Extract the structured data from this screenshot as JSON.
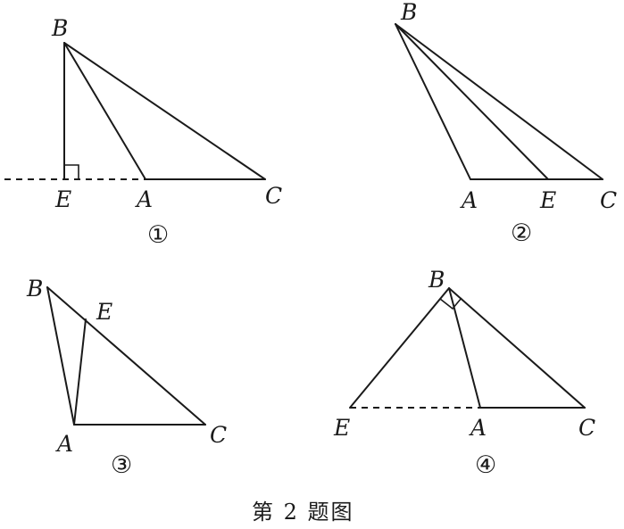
{
  "caption": "第 2 题图",
  "panels": [
    {
      "number": "①",
      "labels": {
        "B": "B",
        "E": "E",
        "A": "A",
        "C": "C"
      }
    },
    {
      "number": "②",
      "labels": {
        "B": "B",
        "A": "A",
        "E": "E",
        "C": "C"
      }
    },
    {
      "number": "③",
      "labels": {
        "B": "B",
        "E": "E",
        "A": "A",
        "C": "C"
      }
    },
    {
      "number": "④",
      "labels": {
        "B": "B",
        "E": "E",
        "A": "A",
        "C": "C"
      }
    }
  ]
}
